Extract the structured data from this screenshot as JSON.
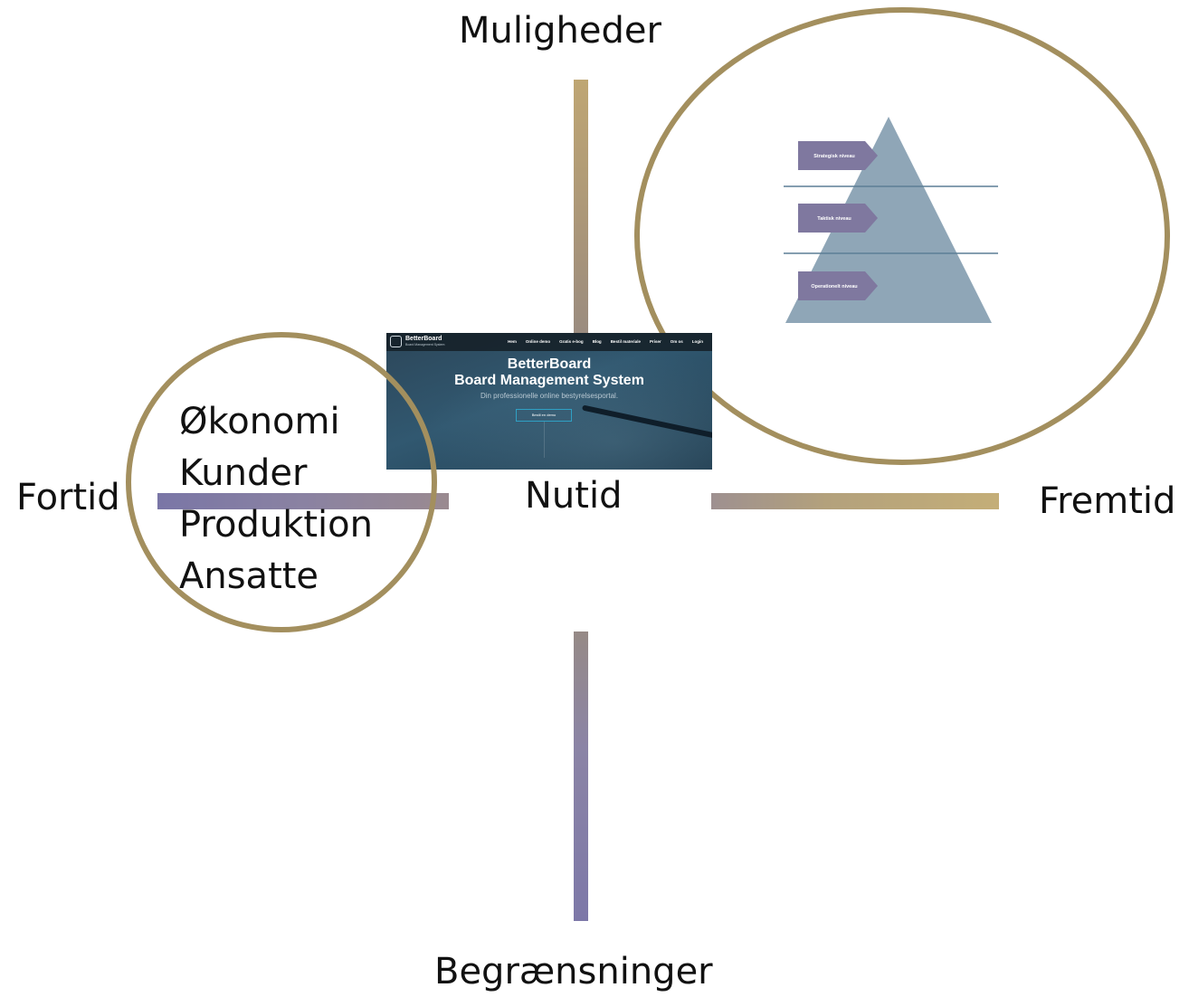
{
  "axis_labels": {
    "top": "Muligheder",
    "bottom": "Begrænsninger",
    "left": "Fortid",
    "center": "Nutid",
    "right": "Fremtid"
  },
  "past_factors": [
    "Økonomi",
    "Kunder",
    "Produktion",
    "Ansatte"
  ],
  "website": {
    "brand": "BetterBoard",
    "brand_subtitle": "Board Management System",
    "menu": [
      "Hem",
      "Online demo",
      "Gratis e-bog",
      "Blog",
      "Bestil materiale",
      "Priser",
      "Om os",
      "Login"
    ],
    "headline_1": "BetterBoard",
    "headline_2": "Board Management System",
    "tagline": "Din professionelle online bestyrelsesportal.",
    "cta": "Bestil en demo"
  },
  "pyramid_levels": [
    "Strategisk niveau",
    "Taktisk niveau",
    "Operationelt niveau"
  ],
  "colors": {
    "circle": "#a38f5e",
    "pyramid": "#8fa6b7",
    "tag": "#7f789f"
  }
}
